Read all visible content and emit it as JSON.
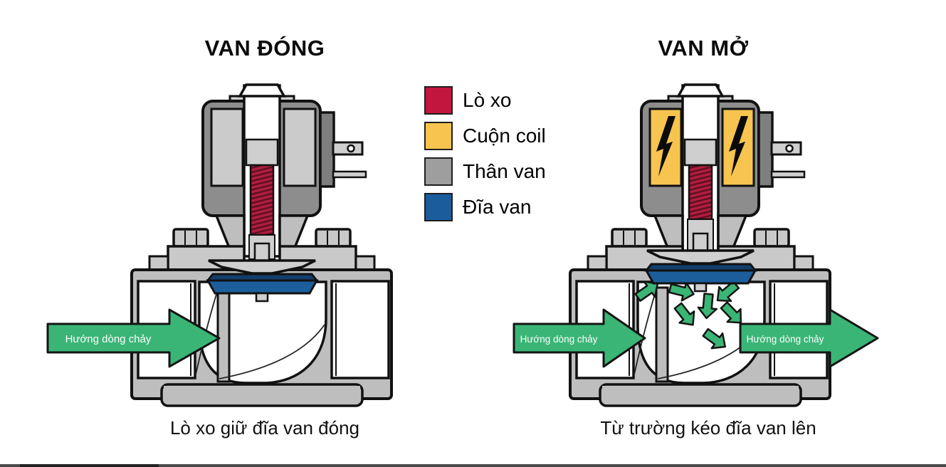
{
  "titles": {
    "closed": "VAN ĐÓNG",
    "open": "VAN MỞ"
  },
  "legend": {
    "items": [
      {
        "key": "spring",
        "label": "Lò xo",
        "color": "#C2163E"
      },
      {
        "key": "coil",
        "label": "Cuộn coil",
        "color": "#F6C44F"
      },
      {
        "key": "valve-body",
        "label": "Thân van",
        "color": "#9E9E9E"
      },
      {
        "key": "valve-disc",
        "label": "Đĩa van",
        "color": "#1A5C9C"
      }
    ]
  },
  "captions": {
    "closed": "Lò xo giữ đĩa van đóng",
    "open": "Từ trường kéo đĩa van lên"
  },
  "flow_arrow_label": "Hướng dòng chảy",
  "colors": {
    "outline": "#111111",
    "coil_shell": "#8D8D8D",
    "connector": "#7E7E7E",
    "window_off": "#CBCBCB",
    "coil_energized": "#F6C44F",
    "body": "#BEBEBE",
    "flange": "#C9C9C9",
    "light_gray": "#CFCFCF",
    "spring": "#B01E3E",
    "spring_stripe": "#5C0E22",
    "disc": "#1C5E9C",
    "disc_dark": "#123E6B",
    "flow_green": "#3AB576",
    "arrow_outline": "#141414",
    "lightning": "#0B0B0B",
    "arrow_text": "#FFFFFF",
    "bottom_bar": "#4A4A4A",
    "bottom_bar_dark": "#222222"
  }
}
